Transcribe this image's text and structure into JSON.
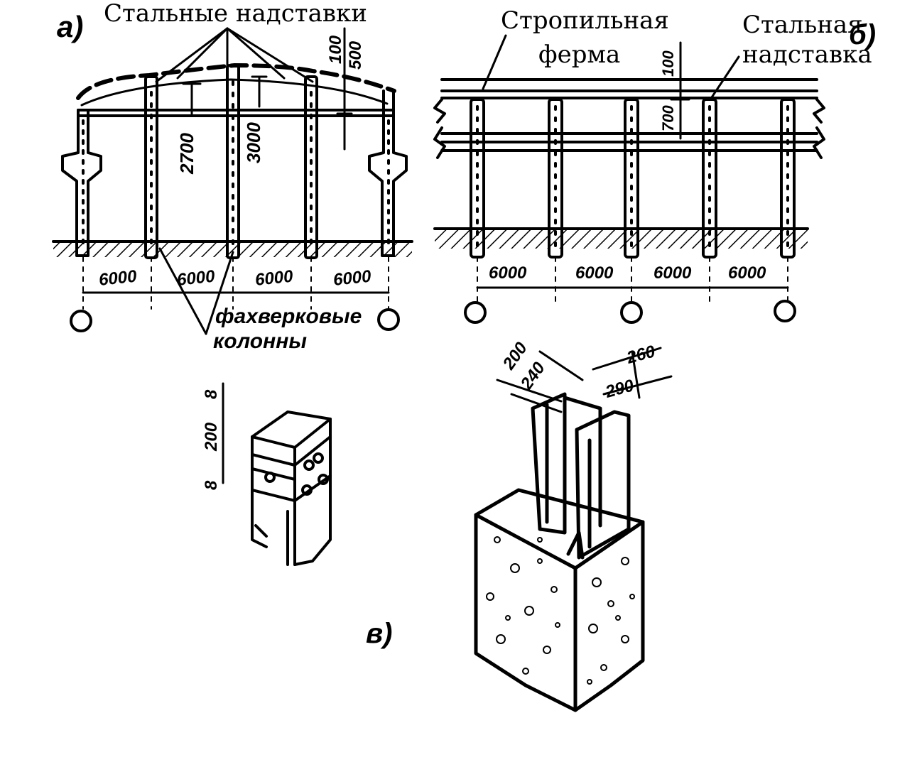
{
  "panel_a": {
    "letter": "а)",
    "caption_top": "Стальные надставки",
    "dim_vertical": [
      "2700",
      "3000",
      "100",
      "500"
    ],
    "spans": [
      "6000",
      "6000",
      "6000",
      "6000"
    ],
    "caption_columns_line1": "фахверковые",
    "caption_columns_line2": "колонны"
  },
  "panel_b": {
    "letter": "б)",
    "caption_truss_line1": "Стропильная",
    "caption_truss_line2": "ферма",
    "caption_ext_line1": "Стальная",
    "caption_ext_line2": "надставка",
    "dim_vertical": [
      "100",
      "700"
    ],
    "spans": [
      "6000",
      "6000",
      "6000",
      "6000"
    ]
  },
  "panel_c": {
    "letter": "в)",
    "small_dims": [
      "8",
      "200",
      "8"
    ],
    "big_dims": [
      "200",
      "240",
      "260",
      "290"
    ]
  }
}
